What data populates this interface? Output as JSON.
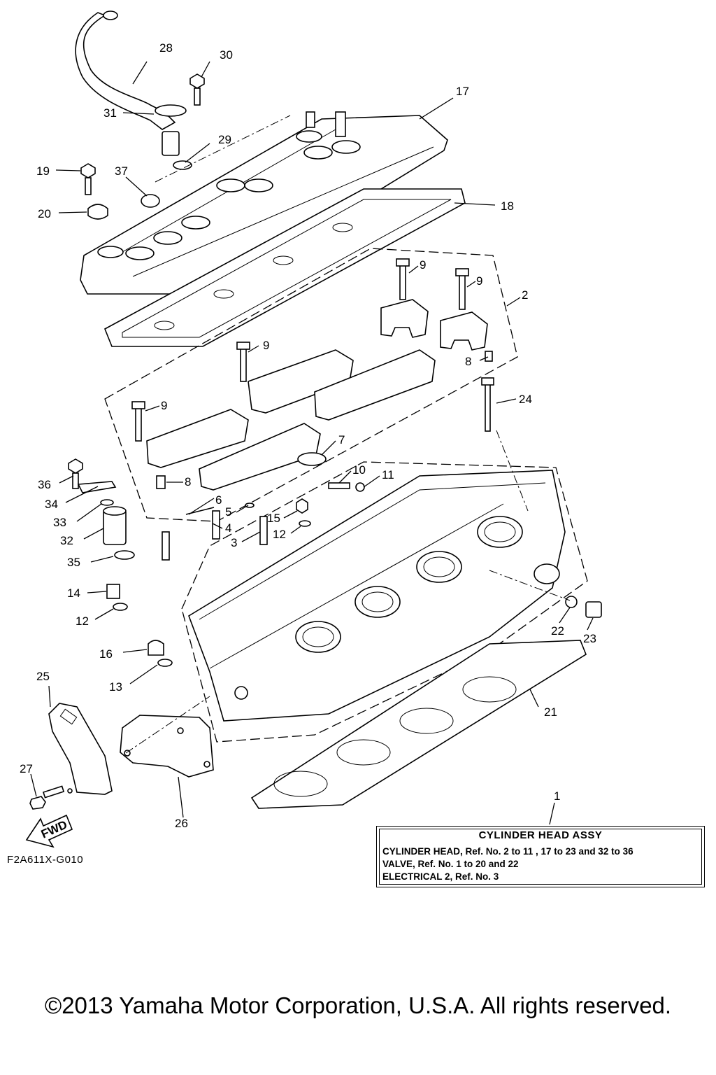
{
  "diagram": {
    "figure_code": "F2A611X-G010",
    "fwd_arrow_text": "FWD",
    "callouts": [
      "1",
      "2",
      "3",
      "4",
      "5",
      "6",
      "7",
      "8",
      "8",
      "9",
      "9",
      "9",
      "9",
      "10",
      "11",
      "12",
      "12",
      "13",
      "14",
      "15",
      "16",
      "17",
      "18",
      "19",
      "20",
      "21",
      "22",
      "23",
      "24",
      "25",
      "26",
      "27",
      "28",
      "29",
      "30",
      "31",
      "32",
      "33",
      "34",
      "35",
      "36",
      "37"
    ]
  },
  "assy_box": {
    "title": "CYLINDER HEAD ASSY",
    "lines": [
      "CYLINDER HEAD, Ref. No. 2 to 11 , 17 to 23 and 32 to 36",
      "VALVE, Ref. No. 1 to 20 and 22",
      "ELECTRICAL 2, Ref. No. 3"
    ]
  },
  "footer": {
    "copyright": "©2013 Yamaha Motor Corporation, U.S.A. All rights reserved."
  }
}
